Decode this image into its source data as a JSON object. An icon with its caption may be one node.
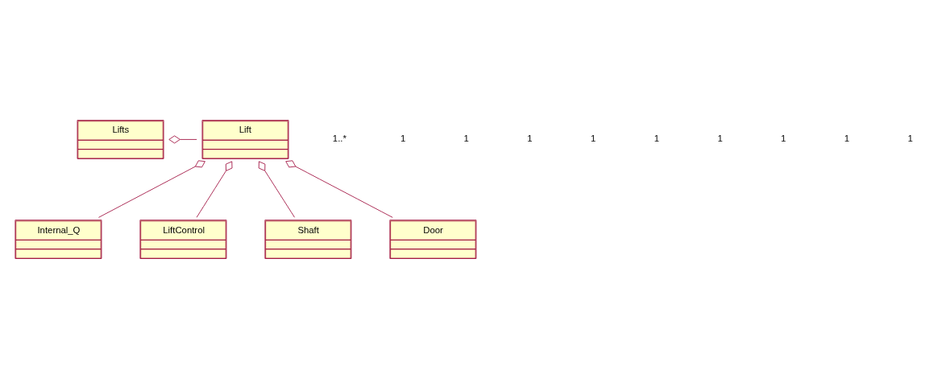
{
  "diagram": {
    "nodes": [
      {
        "text": [
          "Lifts"
        ]
      },
      {
        "text": [
          "Lift"
        ]
      },
      {
        "text": [
          "Internal_Q"
        ]
      },
      {
        "text": [
          "LiftControl"
        ]
      },
      {
        "text": [
          "Shaft"
        ]
      },
      {
        "text": [
          "Door"
        ]
      }
    ],
    "edges": [
      {
        "from": 0,
        "to": 1,
        "arrow": "other"
      },
      {
        "from": 1,
        "to": 2,
        "arrow": "other"
      },
      {
        "from": 1,
        "to": 3,
        "arrow": "other"
      },
      {
        "from": 1,
        "to": 4,
        "arrow": "other"
      },
      {
        "from": 1,
        "to": 5,
        "arrow": "other"
      }
    ],
    "labels": [
      "1..*",
      "1",
      "1",
      "1",
      "1",
      "1",
      "1",
      "1",
      "1",
      "1"
    ]
  }
}
